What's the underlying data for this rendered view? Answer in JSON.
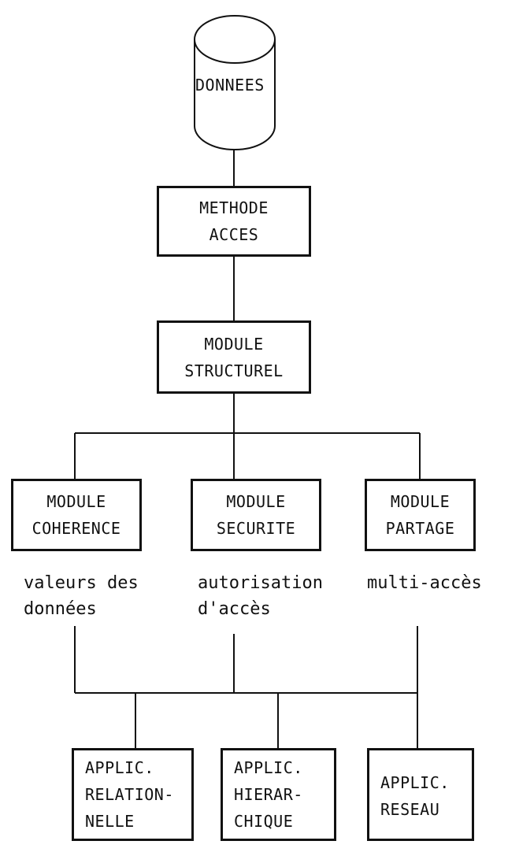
{
  "database": {
    "label": "DONNEES"
  },
  "access_method": {
    "lines": [
      "METHODE",
      "ACCES"
    ]
  },
  "structural_module": {
    "lines": [
      "MODULE",
      "STRUCTUREL"
    ]
  },
  "modules": [
    {
      "lines": [
        "MODULE",
        "COHERENCE"
      ],
      "note": [
        "valeurs des",
        "données"
      ]
    },
    {
      "lines": [
        "MODULE",
        "SECURITE"
      ],
      "note": [
        "autorisation",
        "d'accès"
      ]
    },
    {
      "lines": [
        "MODULE",
        "PARTAGE"
      ],
      "note": [
        "multi-accès"
      ]
    }
  ],
  "applications": [
    {
      "lines": [
        "APPLIC.",
        "RELATION-",
        "NELLE"
      ]
    },
    {
      "lines": [
        "APPLIC.",
        "HIERAR-",
        "CHIQUE"
      ]
    },
    {
      "lines": [
        "APPLIC.",
        "RESEAU"
      ]
    }
  ]
}
